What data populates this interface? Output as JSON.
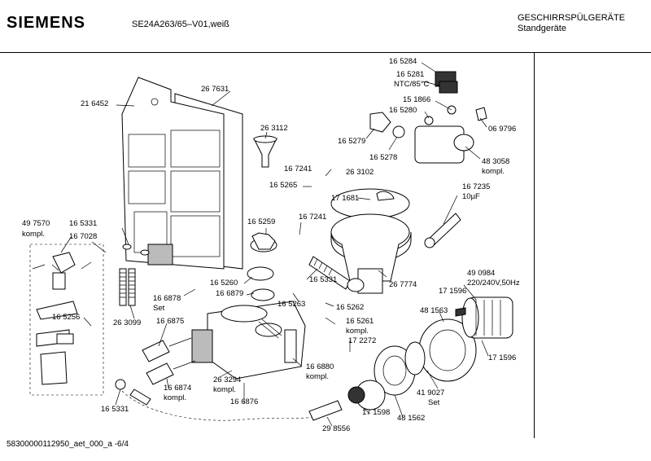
{
  "header": {
    "brand": "SIEMENS",
    "model": "SE24A263/65–V01,weiß",
    "category_line1": "GESCHIRRSPÜLGERÄTE",
    "category_line2": "Standgeräte"
  },
  "footer": {
    "doc_id": "58300000112950_aet_000_a  -6/4"
  },
  "parts": [
    "16 5284",
    "16 5281",
    "NTC/85°C",
    "15 1866",
    "16 5280",
    "06 9796",
    "16 5279",
    "16 5278",
    "48 3058",
    "kompl.",
    "26 7631",
    "21 6452",
    "26 3112",
    "16 7241",
    "26 3102",
    "16 5265",
    "17 1681",
    "16 7235",
    "10µF",
    "49 7570",
    "kompl.",
    "16 5331",
    "16 7028",
    "16 5259",
    "16 7241",
    "16 5331",
    "26 7774",
    "49 0984",
    "220/240V,50Hz",
    "17 1596",
    "16 6878",
    "Set",
    "16 5260",
    "16 6879",
    "16 5263",
    "16 5262",
    "48 1563",
    "16 5261",
    "kompl.",
    "16 5256",
    "26 3099",
    "16 6875",
    "17 2272",
    "17 1596",
    "16 6880",
    "kompl.",
    "26 3294",
    "kompl.",
    "16 6874",
    "kompl.",
    "41 9027",
    "Set",
    "16 6876",
    "17 1598",
    "48 1562",
    "16 5331",
    "29 8556"
  ]
}
